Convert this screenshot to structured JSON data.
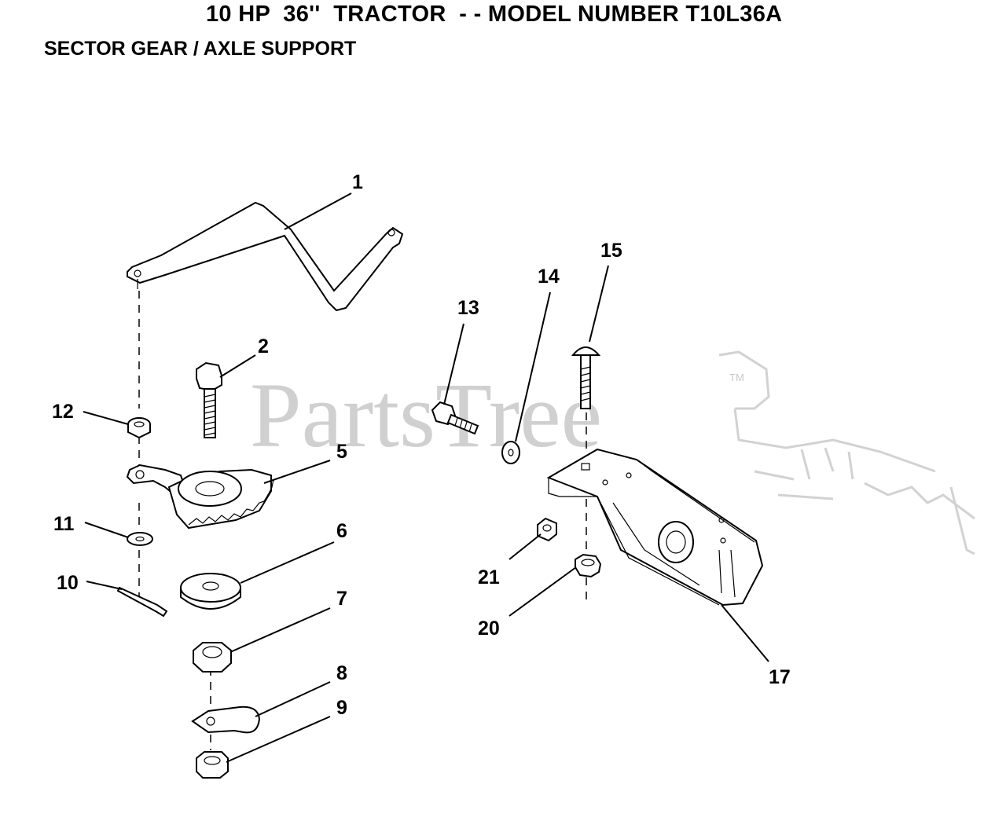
{
  "header": {
    "title": "10 HP  36''  TRACTOR  - - MODEL NUMBER T10L36A",
    "subtitle": "SECTOR GEAR / AXLE SUPPORT"
  },
  "watermark": {
    "text": "PartsTree",
    "trademark": "TM"
  },
  "callouts": {
    "c1": "1",
    "c2": "2",
    "c5": "5",
    "c6": "6",
    "c7": "7",
    "c8": "8",
    "c9": "9",
    "c10": "10",
    "c11": "11",
    "c12": "12",
    "c13": "13",
    "c14": "14",
    "c15": "15",
    "c17": "17",
    "c20": "20",
    "c21": "21"
  }
}
